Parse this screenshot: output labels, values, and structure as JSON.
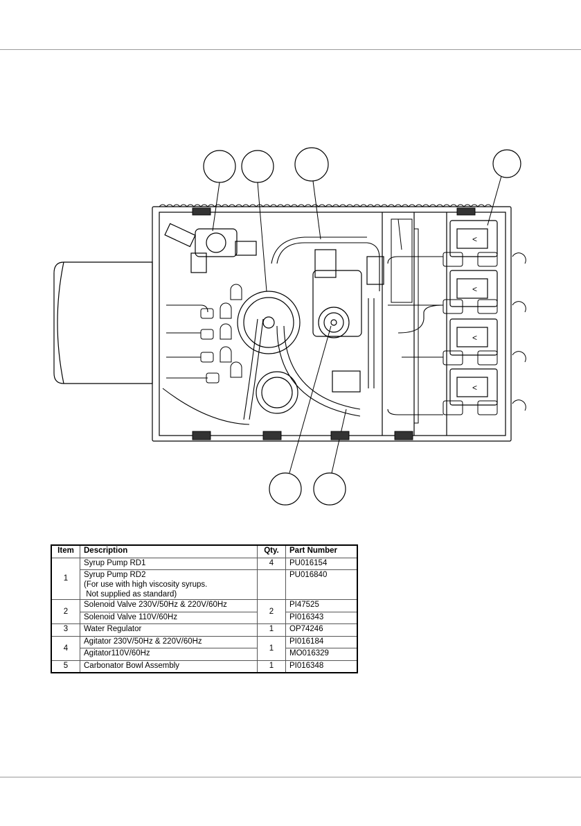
{
  "table": {
    "headers": {
      "item": "Item",
      "description": "Description",
      "qty": "Qty.",
      "part_number": "Part Number"
    },
    "rows": [
      {
        "item": "1",
        "qty": "4",
        "description": "Syrup Pump RD1",
        "part_number": "PU016154"
      },
      {
        "item": "",
        "qty": "",
        "description_lines": [
          "Syrup Pump RD2",
          "(For use with high viscosity syrups.",
          " Not supplied as standard)"
        ],
        "part_number": "PU016840"
      },
      {
        "item": "2",
        "qty": "2",
        "description": "Solenoid Valve 230V/50Hz & 220V/60Hz",
        "part_number": "PI47525"
      },
      {
        "item": "",
        "qty": "",
        "description": "Solenoid Valve 110V/60Hz",
        "part_number": "PI016343"
      },
      {
        "item": "3",
        "qty": "1",
        "description": "Water Regulator",
        "part_number": "OP74246"
      },
      {
        "item": "4",
        "qty": "1",
        "description": "Agitator 230V/50Hz & 220V/60Hz",
        "part_number": "PI016184"
      },
      {
        "item": "",
        "qty": "",
        "description": "Agitator110V/60Hz",
        "part_number": "MO016329"
      },
      {
        "item": "5",
        "qty": "1",
        "description": "Carbonator Bowl Assembly",
        "part_number": "PI016348"
      }
    ]
  }
}
